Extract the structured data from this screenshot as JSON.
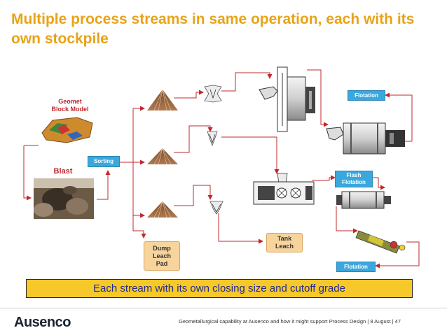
{
  "title": "Multiple process streams in same operation, each with its own stockpile",
  "labels": {
    "geomet": "Geomet\nBlock Model",
    "geomet_line1": "Geomet",
    "geomet_line2": "Block Model",
    "blast": "Blast",
    "sorting": "Sorting",
    "dump_leach_line1": "Dump",
    "dump_leach_line2": "Leach",
    "dump_leach_line3": "Pad",
    "tank_leach_line1": "Tank",
    "tank_leach_line2": "Leach",
    "flotation_top": "Flotation",
    "flash_flotation_line1": "Flash",
    "flash_flotation_line2": "Flotation",
    "flotation_bottom": "Flotation"
  },
  "banner": "Each stream with its own closing size and cutoff grade",
  "footer": {
    "logo": "Ausenco",
    "text": "Geometallurgical capability at Ausenco and how it might support Process Design   |   8 August   |   47"
  },
  "colors": {
    "title": "#E8A317",
    "arrow": "#C0282E",
    "blue_box": "#3AA8DC",
    "orange_box": "#F7D49B",
    "banner_bg": "#F7C82A",
    "banner_text": "#222a8a"
  }
}
